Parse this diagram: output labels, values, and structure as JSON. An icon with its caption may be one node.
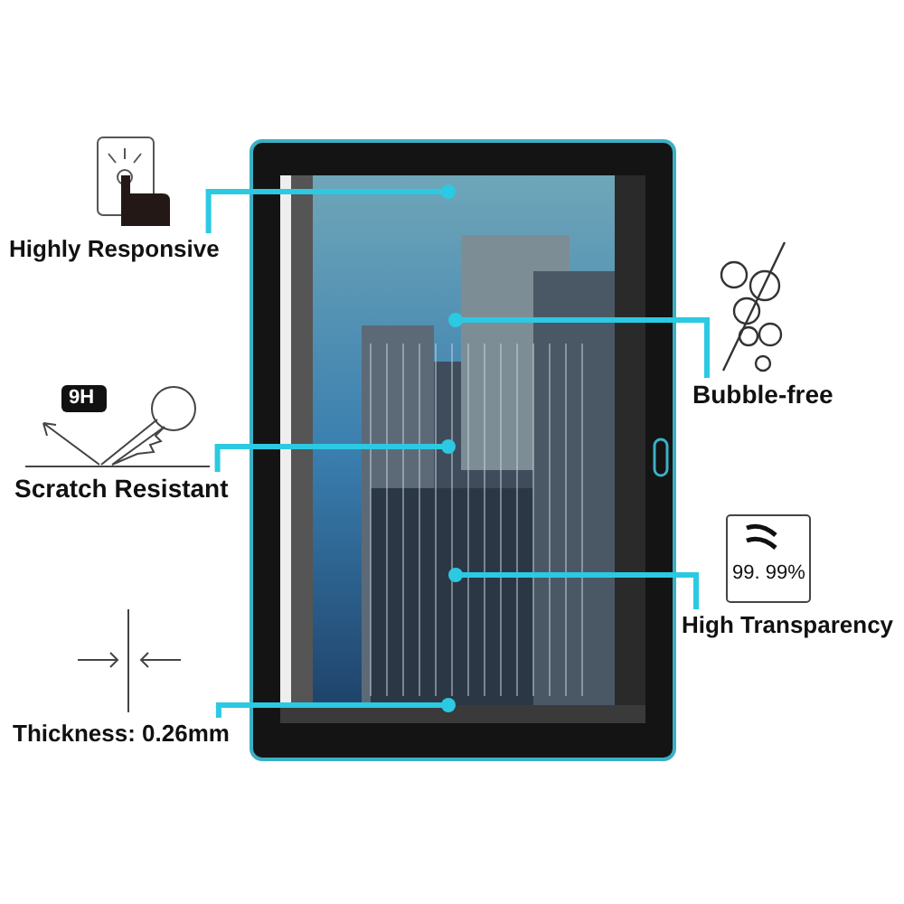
{
  "diagram": {
    "nodes": [
      {
        "text": [
          "Highly Responsive"
        ]
      },
      {
        "text": [
          "Bubble-free"
        ]
      },
      {
        "text": [
          "Scratch Resistant"
        ]
      },
      {
        "text": [
          "High Transparency"
        ]
      },
      {
        "text": [
          "Thickness: 0.26mm"
        ]
      }
    ],
    "edges": [
      {
        "from": 0,
        "to": null,
        "arrow": "other"
      },
      {
        "from": 1,
        "to": null,
        "arrow": "other"
      },
      {
        "from": 2,
        "to": null,
        "arrow": "other"
      },
      {
        "from": 3,
        "to": null,
        "arrow": "other"
      },
      {
        "from": 4,
        "to": null,
        "arrow": "other"
      }
    ],
    "labels": [
      "9H",
      "99. 99%"
    ]
  }
}
